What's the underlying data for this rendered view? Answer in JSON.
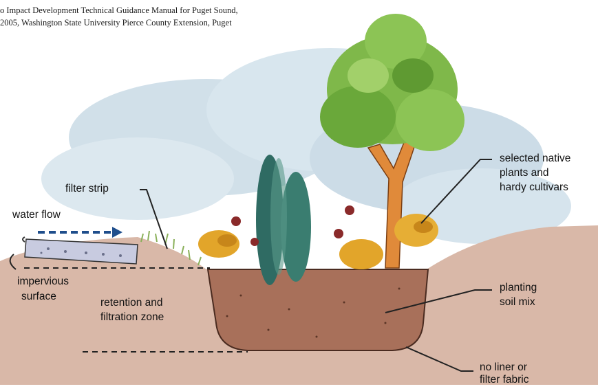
{
  "credit": {
    "line1": "o Impact Development Technical Guidance Manual for Puget Sound,",
    "line2": "2005, Washington State University Pierce County Extension, Puget"
  },
  "labels": {
    "water_flow": "water flow",
    "filter_strip": "filter strip",
    "impervious_1": "impervious",
    "impervious_2": "surface",
    "retention_1": "retention and",
    "retention_2": "filtration zone",
    "selected_1": "selected native",
    "selected_2": "plants and",
    "selected_3": "hardy cultivars",
    "planting_1": "planting",
    "planting_2": "soil mix",
    "noliner_1": "no liner or",
    "noliner_2": "filter fabric"
  },
  "colors": {
    "soil": "#d9b8a8",
    "basin": "#a8705a",
    "sky": "#c9dbe6",
    "foliage": "#7fb84a",
    "trunk": "#e08a3a",
    "flow_arrow": "#1f4e8c",
    "shrub": "#e2a52a"
  }
}
